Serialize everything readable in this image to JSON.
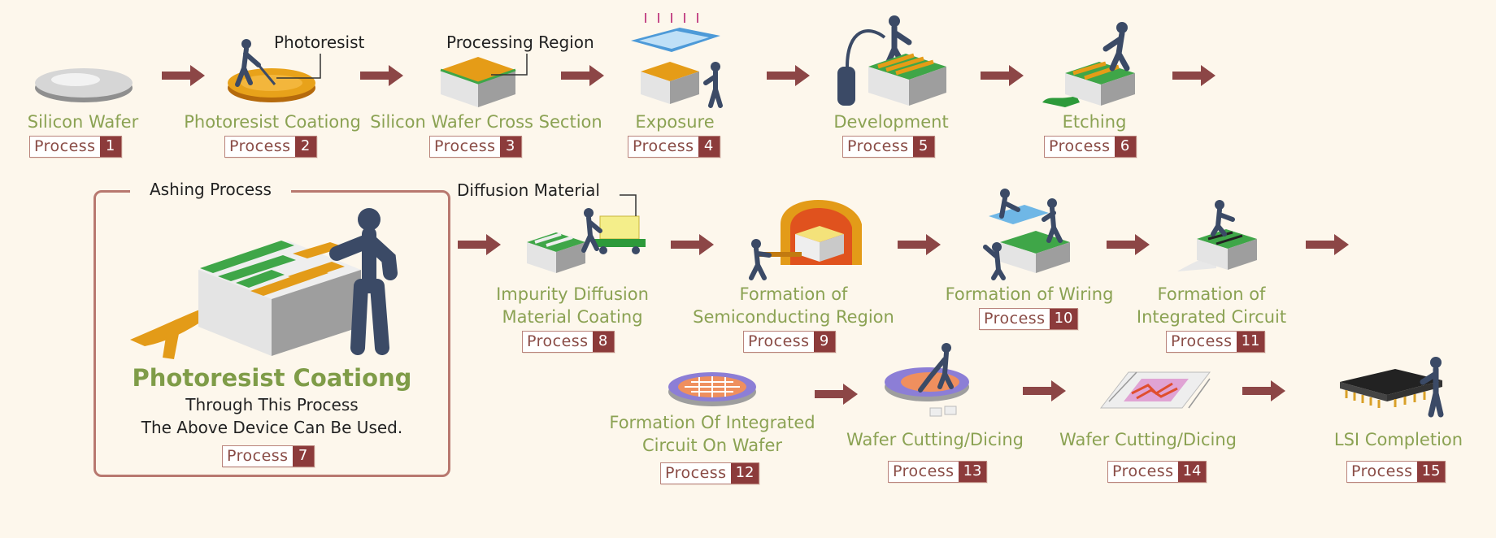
{
  "badge_word": "Process",
  "callouts": {
    "photoresist": "Photoresist",
    "processing_region": "Processing Region",
    "diffusion_material": "Diffusion Material"
  },
  "ashing": {
    "title": "Ashing Process",
    "main_label": "Photoresist Coationg",
    "desc_line1": "Through This Process",
    "desc_line2": "The Above Device Can Be Used.",
    "number": "7"
  },
  "steps": [
    {
      "label": "Silicon Wafer",
      "number": "1"
    },
    {
      "label": "Photoresist Coationg",
      "number": "2"
    },
    {
      "label": "Silicon Wafer Cross Section",
      "number": "3"
    },
    {
      "label": "Exposure",
      "number": "4"
    },
    {
      "label": "Development",
      "number": "5"
    },
    {
      "label": "Etching",
      "number": "6"
    },
    {
      "label": "Impurity Diffusion",
      "label2": "Material Coating",
      "number": "8"
    },
    {
      "label": "Formation of",
      "label2": "Semiconducting Region",
      "number": "9"
    },
    {
      "label": "Formation of Wiring",
      "number": "10"
    },
    {
      "label": "Formation of",
      "label2": "Integrated Circuit",
      "number": "11"
    },
    {
      "label": "Formation Of Integrated",
      "label2": "Circuit On Wafer",
      "number": "12"
    },
    {
      "label": "Wafer Cutting/Dicing",
      "number": "13"
    },
    {
      "label": "Wafer Cutting/Dicing",
      "number": "14"
    },
    {
      "label": "LSI Completion",
      "number": "15"
    }
  ],
  "colors": {
    "background": "#fdf7ec",
    "label_green": "#8ba253",
    "arrow": "#8c4646",
    "badge_number_bg": "#8c3b3b",
    "photoresist_orange": "#e39b18",
    "layer_green": "#3fa648",
    "figure_navy": "#3b4a66"
  }
}
